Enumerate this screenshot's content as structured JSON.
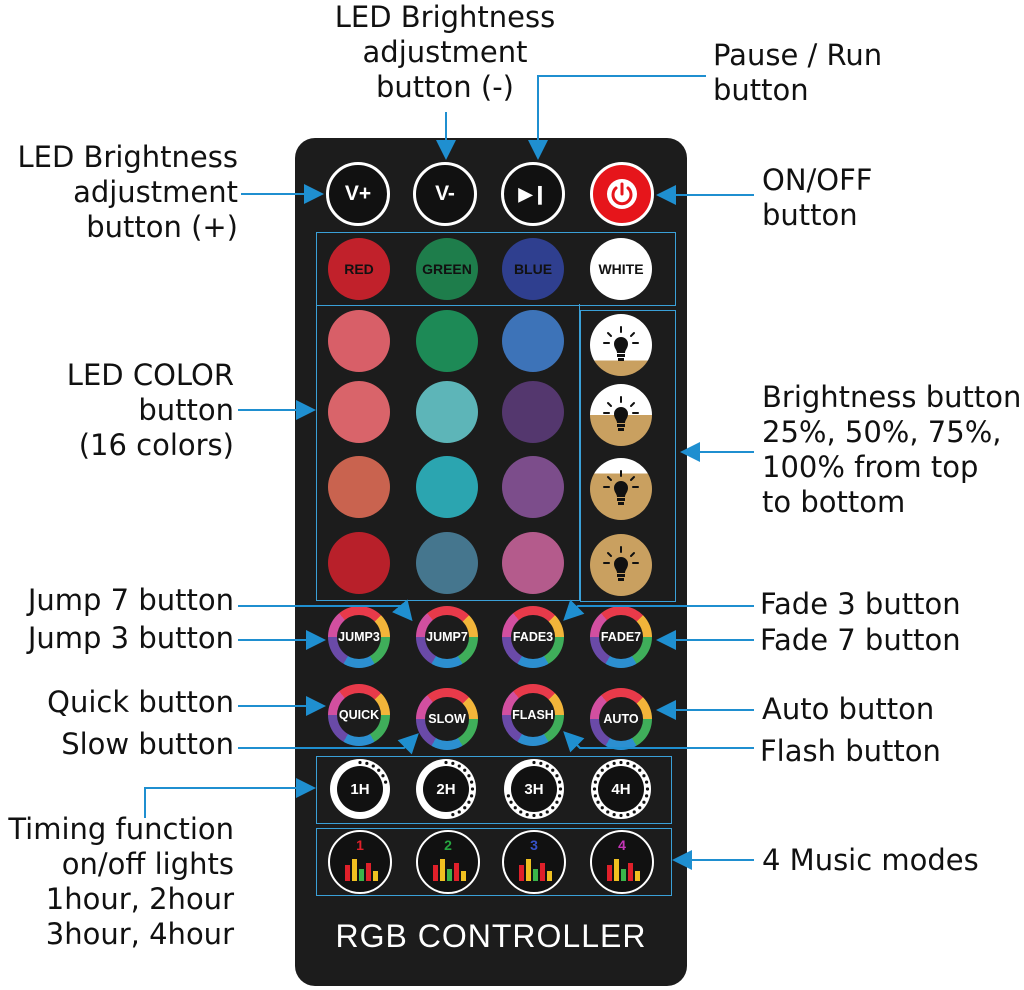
{
  "labels": {
    "brightness_minus": "LED Brightness\nadjustment\nbutton (-)",
    "pause_run": "Pause / Run\nbutton",
    "brightness_plus": "LED Brightness\nadjustment\nbutton (+)",
    "on_off": "ON/OFF\nbutton",
    "led_color": "LED COLOR\nbutton\n(16 colors)",
    "brightness_levels": "Brightness button\n25%, 50%, 75%,\n100% from top\nto bottom",
    "jump7": "Jump 7 button",
    "jump3": "Jump 3 button",
    "fade3": "Fade 3 button",
    "fade7": "Fade 7 button",
    "quick": "Quick button",
    "slow": "Slow button",
    "auto": "Auto button",
    "flash": "Flash button",
    "timing": "Timing function\non/off lights\n1hour, 2hour\n3hour, 4hour",
    "music": "4 Music modes"
  },
  "remote": {
    "top_buttons": [
      "V+",
      "V-",
      "▶❙"
    ],
    "color_names": [
      "RED",
      "GREEN",
      "BLUE",
      "WHITE"
    ],
    "color_hex": [
      "#c1212b",
      "#1e7d4b",
      "#2f3f8f",
      "#ffffff",
      "#d85f68",
      "#1d8a56",
      "#3d73b8",
      "#d9646a",
      "#5db5b8",
      "#54376e",
      "#c9634f",
      "#2ba5b0",
      "#7c4d8b",
      "#b8202a",
      "#45768e",
      "#b45b8c"
    ],
    "brightness_levels": [
      0.25,
      0.5,
      0.75,
      1.0
    ],
    "modes": [
      "JUMP3",
      "JUMP7",
      "FADE3",
      "FADE7",
      "QUICK",
      "SLOW",
      "FLASH",
      "AUTO"
    ],
    "timers": [
      "1H",
      "2H",
      "3H",
      "4H"
    ],
    "music": [
      "1",
      "2",
      "3",
      "4"
    ],
    "title": "RGB CONTROLLER"
  },
  "colors": {
    "accent_line": "#3aa0d8",
    "music_digits": [
      "#e0202a",
      "#26a640",
      "#3552c8",
      "#c535b8"
    ]
  }
}
